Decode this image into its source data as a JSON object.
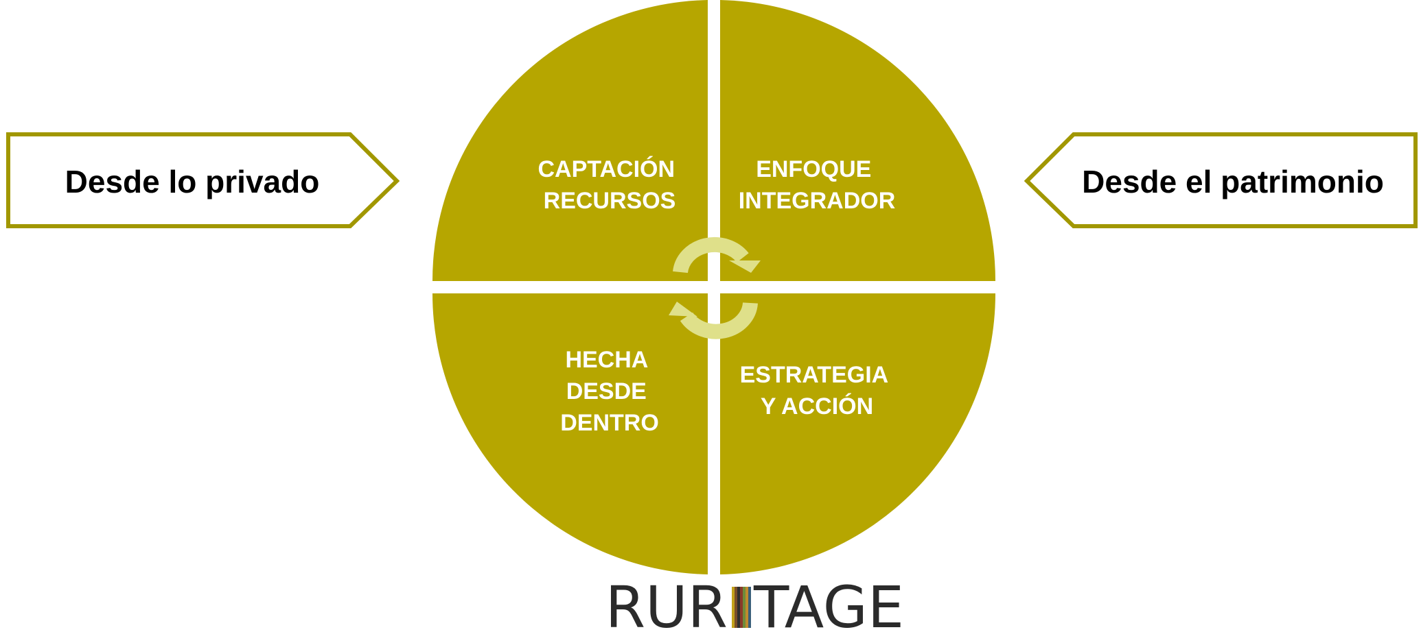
{
  "colors": {
    "olive": "#b6a600",
    "arrow_border": "#a19700",
    "cycle_arrow": "#dfe08a",
    "text_dark": "#000000",
    "text_light": "#ffffff",
    "logo_text": "#2b2b2b",
    "logo_stripes": [
      "#c2a21a",
      "#7a4f2a",
      "#2e2e2e",
      "#8a3a2a",
      "#6d8c3a",
      "#c08a2e",
      "#3a5f7a"
    ]
  },
  "left_arrow": {
    "label": "Desde lo privado",
    "direction": "right"
  },
  "right_arrow": {
    "label": "Desde el patrimonio",
    "direction": "left"
  },
  "quadrants": [
    {
      "position": "top-left",
      "lines": [
        "CAPTACIÓN",
        "RECURSOS"
      ]
    },
    {
      "position": "top-right",
      "lines": [
        "ENFOQUE",
        "INTEGRADOR"
      ]
    },
    {
      "position": "bottom-left",
      "lines": [
        "HECHA",
        "DESDE",
        "DENTRO"
      ]
    },
    {
      "position": "bottom-right",
      "lines": [
        "ESTRATEGIA",
        "Y ACCIÓN"
      ]
    }
  ],
  "cycle_icon": "circular-refresh-arrows-icon",
  "logo": {
    "text_before": "RUR",
    "text_after": "TAGE",
    "stripes_icon": "striped-letter-i-icon"
  }
}
